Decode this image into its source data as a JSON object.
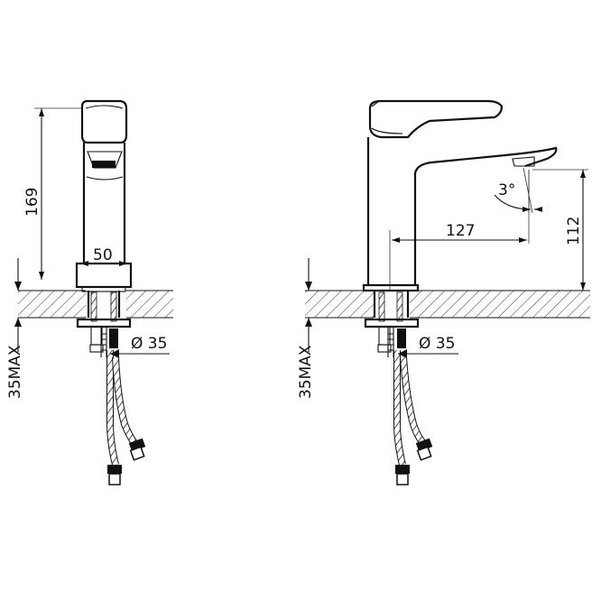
{
  "front_view": {
    "height_label": "169",
    "base_width_label": "50",
    "hole_label": "Ø 35",
    "max_thickness_label": "35MAX"
  },
  "side_view": {
    "spout_reach_label": "127",
    "spout_height_label": "112",
    "angle_label": "3°",
    "hole_label": "Ø 35",
    "max_thickness_label": "35MAX"
  }
}
